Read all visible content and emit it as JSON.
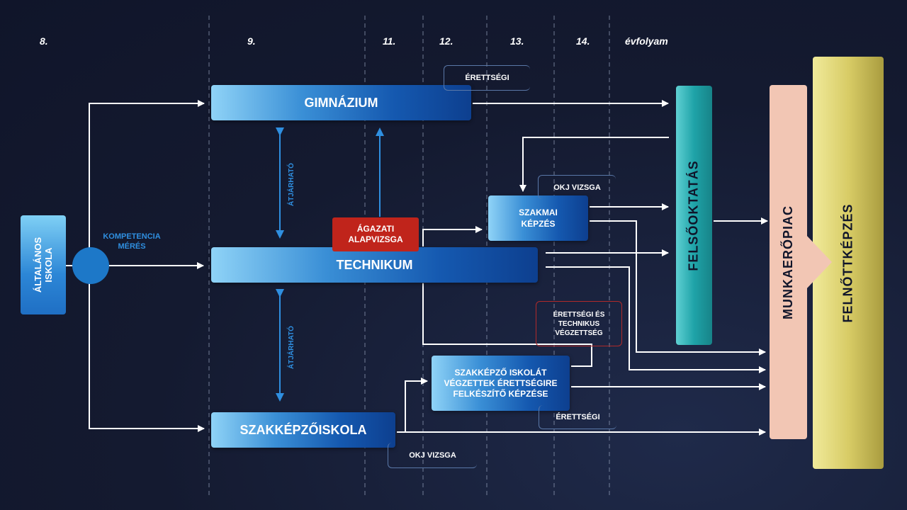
{
  "years": [
    "8.",
    "9.",
    "11.",
    "12.",
    "13.",
    "14.",
    "évfolyam"
  ],
  "boxes": {
    "altalanos": "ÁLTALÁNOS ISKOLA",
    "gimnazium": "GIMNÁZIUM",
    "technikum": "TECHNIKUM",
    "szakkepzo": "SZAKKÉPZŐISKOLA",
    "szakmai_kepzes": "SZAKMAI KÉPZÉS",
    "agazati": "ÁGAZATI ALAPVIZSGA",
    "szakkepzo_erettsegi": "SZAKKÉPZŐ ISKOLÁT VÉGZETTEK ÉRETTSÉGIRE FELKÉSZÍTŐ KÉPZÉSE",
    "felsooktatas": "FELSŐOKTATÁS",
    "munkaeropiac": "MUNKAERŐPIAC",
    "felnottkepzes": "FELNŐTTKÉPZÉS"
  },
  "labels": {
    "kompetencia": "KOMPETENCIA MÉRÉS",
    "atjarhato": "ÁTJÁRHATÓ",
    "erettsegi": "ÉRETTSÉGI",
    "okj_vizsga": "OKJ VIZSGA",
    "erettsegi_technikus": "ÉRETTSÉGI ÉS TECHNIKUS VÉGZETTSÉG"
  },
  "colors": {
    "background": "#141a30",
    "agazati": "#c0241b",
    "felsooktatas": "#1fa3a8",
    "munkaeropiac": "#f2c6b4",
    "felnottkepzes": "#d8cc66",
    "arrow_blue": "#2f8fe0",
    "label_blue": "#2f8fe0"
  }
}
